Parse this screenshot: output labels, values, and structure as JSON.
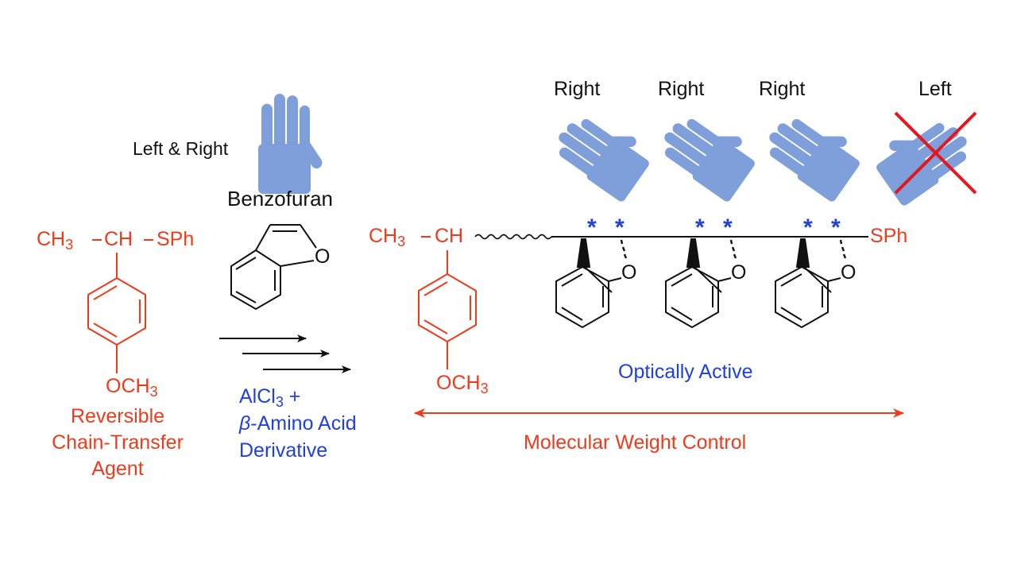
{
  "colors": {
    "reagent": "#ee3b1c",
    "catalyst": "#1f3fe0",
    "glove": "#7f9fda",
    "structure": "#111111",
    "cross": "#e2171f"
  },
  "hands": {
    "left_right_label": "Left & Right",
    "right_label_1": "Right",
    "right_label_2": "Right",
    "right_label_3": "Right",
    "left_label": "Left"
  },
  "monomer": {
    "name": "Benzofuran",
    "oxygen": "O"
  },
  "cta": {
    "formula_ch3": "CH",
    "formula_ch3_sub": "3",
    "formula_ch": "CH",
    "formula_sph": "SPh",
    "substituent_o": "OCH",
    "substituent_sub": "3",
    "label_line1": "Reversible",
    "label_line2": "Chain-Transfer",
    "label_line3": "Agent"
  },
  "catalyst": {
    "line1_text": "AlCl",
    "line1_sub": "3",
    "line1_plus": " +",
    "line2_beta": "β",
    "line2_text": "-Amino Acid",
    "line3": "Derivative"
  },
  "polymer": {
    "end_ch3": "CH",
    "end_ch3_sub": "3",
    "end_ch": "CH",
    "end_sph": "SPh",
    "substituent_o": "OCH",
    "substituent_sub": "3",
    "ring_oxygen": "O",
    "stereo_mark": "*",
    "optical_label": "Optically Active"
  },
  "mw_control": "Molecular Weight Control",
  "icons": [
    "glove-icon-open",
    "glove-icon-right",
    "glove-icon-left-crossed",
    "benzofuran-structure-icon",
    "benzene-ring-icon",
    "reaction-arrows-icon",
    "double-headed-arrow-icon"
  ]
}
